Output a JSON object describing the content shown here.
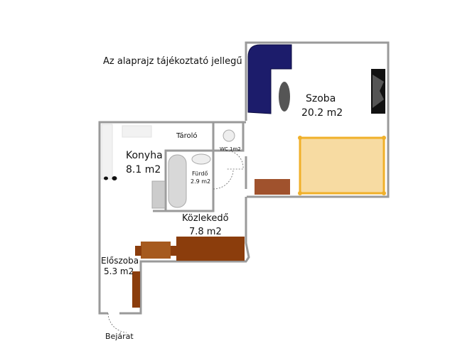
{
  "note": "Az alaprajz tájékoztató jellegű",
  "rooms": {
    "szoba": {
      "name": "Szoba",
      "area": "20.2 m2"
    },
    "konyha": {
      "name": "Konyha",
      "area": "8.1 m2"
    },
    "taroló": {
      "name": "Tároló"
    },
    "wc": {
      "name": "WC 1m2"
    },
    "furdo": {
      "name": "Fürdő",
      "area": "2.9 m2"
    },
    "kozlekedo": {
      "name": "Közlekedő",
      "area": "7.8 m2"
    },
    "eloszoba": {
      "name": "Előszoba",
      "area": "5.3 m2"
    }
  },
  "entrance": "Bejárat",
  "colors": {
    "sofa": "#1c1c6b",
    "bed_fill": "#f7dba2",
    "bed_border": "#f0b02a",
    "wood_dark": "#8b3d0c",
    "wood_light": "#a65a1e",
    "wall": "#9a9a9a"
  }
}
